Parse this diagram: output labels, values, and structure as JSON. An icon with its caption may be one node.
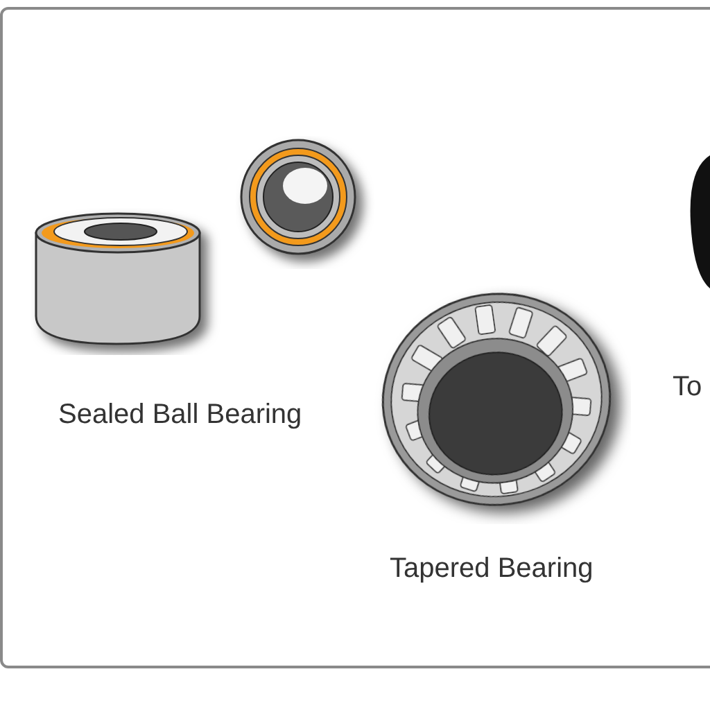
{
  "diagram": {
    "labels": [
      "Sealed Ball Bearing",
      "Tapered Bearing",
      "To"
    ]
  }
}
